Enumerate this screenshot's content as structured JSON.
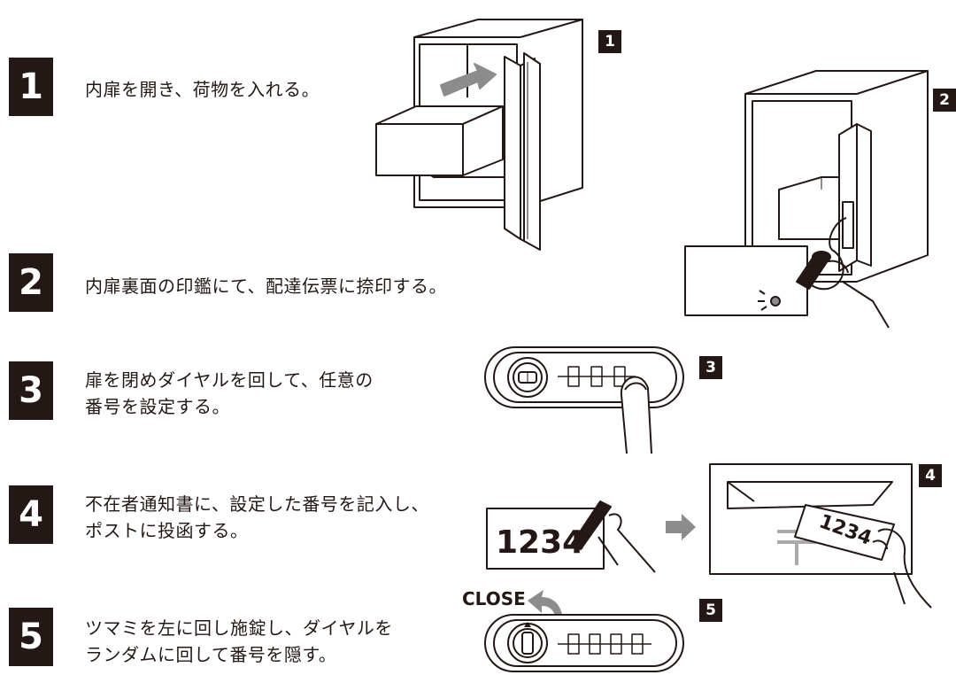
{
  "steps": [
    {
      "number": "1",
      "lines": [
        "内扉を開き、荷物を入れる。"
      ]
    },
    {
      "number": "2",
      "lines": [
        "内扉裏面の印鑑にて、配達伝票に捺印する。"
      ]
    },
    {
      "number": "3",
      "lines": [
        "扉を閉めダイヤルを回して、任意の",
        "番号を設定する。"
      ]
    },
    {
      "number": "4",
      "lines": [
        "不在者通知書に、設定した番号を記入し、",
        "ポストに投函する。"
      ]
    },
    {
      "number": "5",
      "lines": [
        "ツマミを左に回し施錠し、ダイヤルを",
        "ランダムに回して番号を隠す。"
      ]
    }
  ],
  "figure_badges": [
    "1",
    "2",
    "3",
    "4",
    "5"
  ],
  "illustrations": {
    "fig4_card_number": "1234",
    "fig4_slip_number": "1234",
    "fig5_direction_label": "CLOSE"
  },
  "colors": {
    "ink": "#231815",
    "arrow_gray": "#888888",
    "light_gray": "#aaaaaa"
  }
}
